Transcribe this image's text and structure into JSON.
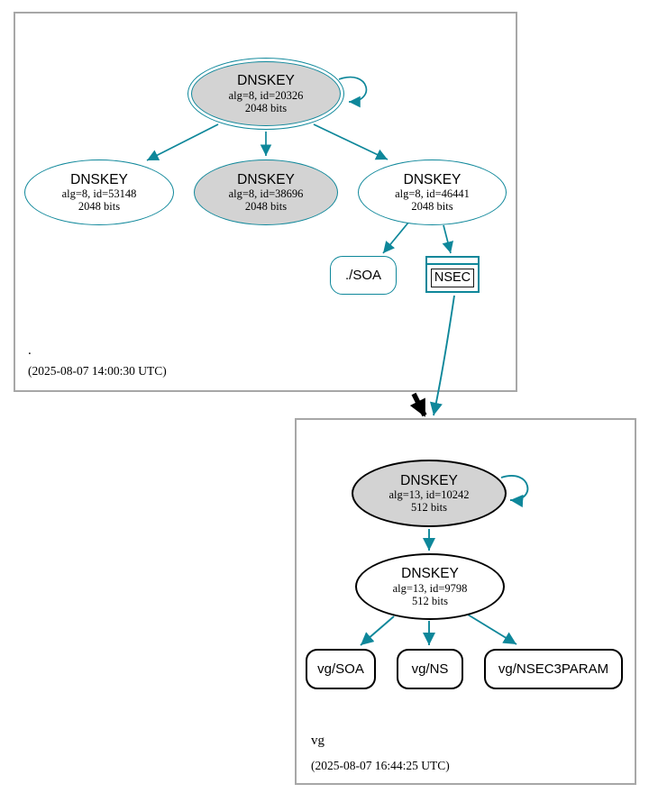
{
  "colors": {
    "accent": "#0e879a",
    "gray_fill": "#d3d3d3",
    "node_black": "#000000",
    "box_border": "#a7a7a7",
    "page_bg": "#ffffff"
  },
  "zones": {
    "root": {
      "name": ".",
      "timestamp": "(2025-08-07 14:00:30 UTC)",
      "keys": {
        "ksk": {
          "title": "DNSKEY",
          "detail1": "alg=8, id=20326",
          "detail2": "2048 bits"
        },
        "zsk_left": {
          "title": "DNSKEY",
          "detail1": "alg=8, id=53148",
          "detail2": "2048 bits"
        },
        "zsk_mid": {
          "title": "DNSKEY",
          "detail1": "alg=8, id=38696",
          "detail2": "2048 bits"
        },
        "zsk_right": {
          "title": "DNSKEY",
          "detail1": "alg=8, id=46441",
          "detail2": "2048 bits"
        }
      },
      "records": {
        "soa": "./SOA",
        "nsec": "NSEC"
      }
    },
    "vg": {
      "name": "vg",
      "timestamp": "(2025-08-07 16:44:25 UTC)",
      "keys": {
        "ksk": {
          "title": "DNSKEY",
          "detail1": "alg=13, id=10242",
          "detail2": "512 bits"
        },
        "zsk": {
          "title": "DNSKEY",
          "detail1": "alg=13, id=9798",
          "detail2": "512 bits"
        }
      },
      "records": {
        "soa": "vg/SOA",
        "ns": "vg/NS",
        "nsec3param": "vg/NSEC3PARAM"
      }
    }
  }
}
